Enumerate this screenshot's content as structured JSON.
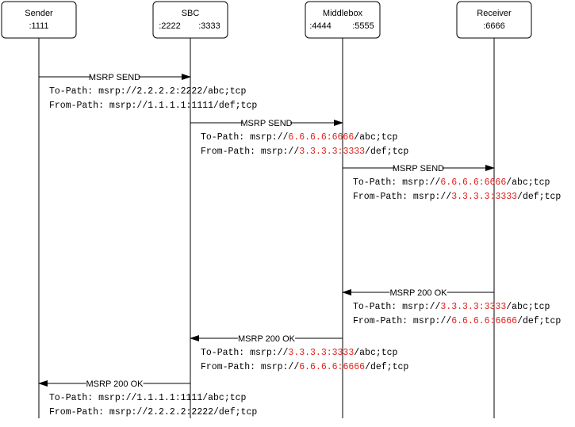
{
  "participants": [
    {
      "name": "Sender",
      "ports": [
        ":1111"
      ]
    },
    {
      "name": "SBC",
      "ports": [
        ":2222",
        ":3333"
      ]
    },
    {
      "name": "Middlebox",
      "ports": [
        ":4444",
        ":5555"
      ]
    },
    {
      "name": "Receiver",
      "ports": [
        ":6666"
      ]
    }
  ],
  "colors": {
    "line": "#000000",
    "highlight": "#e0201b",
    "box_border": "#000000"
  },
  "messages": [
    {
      "label": "MSRP SEND",
      "from": 0,
      "to": 1,
      "headers": [
        [
          {
            "t": "To-Path: msrp://2.2.2.2:2222/abc;tcp"
          }
        ],
        [
          {
            "t": "From-Path: msrp://1.1.1.1:1111/def;tcp"
          }
        ]
      ]
    },
    {
      "label": "MSRP SEND",
      "from": 1,
      "to": 2,
      "headers": [
        [
          {
            "t": "To-Path: msrp://"
          },
          {
            "t": "6.6.6.6:6666",
            "red": true
          },
          {
            "t": "/abc;tcp"
          }
        ],
        [
          {
            "t": "From-Path: msrp://"
          },
          {
            "t": "3.3.3.3:3333",
            "red": true
          },
          {
            "t": "/def;tcp"
          }
        ]
      ]
    },
    {
      "label": "MSRP SEND",
      "from": 2,
      "to": 3,
      "headers": [
        [
          {
            "t": "To-Path: msrp://"
          },
          {
            "t": "6.6.6.6:6666",
            "red": true
          },
          {
            "t": "/abc;tcp"
          }
        ],
        [
          {
            "t": "From-Path: msrp://"
          },
          {
            "t": "3.3.3.3:3333",
            "red": true
          },
          {
            "t": "/def;tcp"
          }
        ]
      ]
    },
    {
      "label": "MSRP 200 OK",
      "from": 3,
      "to": 2,
      "headers": [
        [
          {
            "t": "To-Path: msrp://"
          },
          {
            "t": "3.3.3.3:3333",
            "red": true
          },
          {
            "t": "/abc;tcp"
          }
        ],
        [
          {
            "t": "From-Path: msrp://"
          },
          {
            "t": "6.6.6.6:6666",
            "red": true
          },
          {
            "t": "/def;tcp"
          }
        ]
      ]
    },
    {
      "label": "MSRP 200 OK",
      "from": 2,
      "to": 1,
      "headers": [
        [
          {
            "t": "To-Path: msrp://"
          },
          {
            "t": "3.3.3.3:3333",
            "red": true
          },
          {
            "t": "/abc;tcp"
          }
        ],
        [
          {
            "t": "From-Path: msrp://"
          },
          {
            "t": "6.6.6.6:6666",
            "red": true
          },
          {
            "t": "/def;tcp"
          }
        ]
      ]
    },
    {
      "label": "MSRP 200 OK",
      "from": 1,
      "to": 0,
      "headers": [
        [
          {
            "t": "To-Path: msrp://1.1.1.1:1111/abc;tcp"
          }
        ],
        [
          {
            "t": "From-Path: msrp://2.2.2.2:2222/def;tcp"
          }
        ]
      ]
    }
  ]
}
